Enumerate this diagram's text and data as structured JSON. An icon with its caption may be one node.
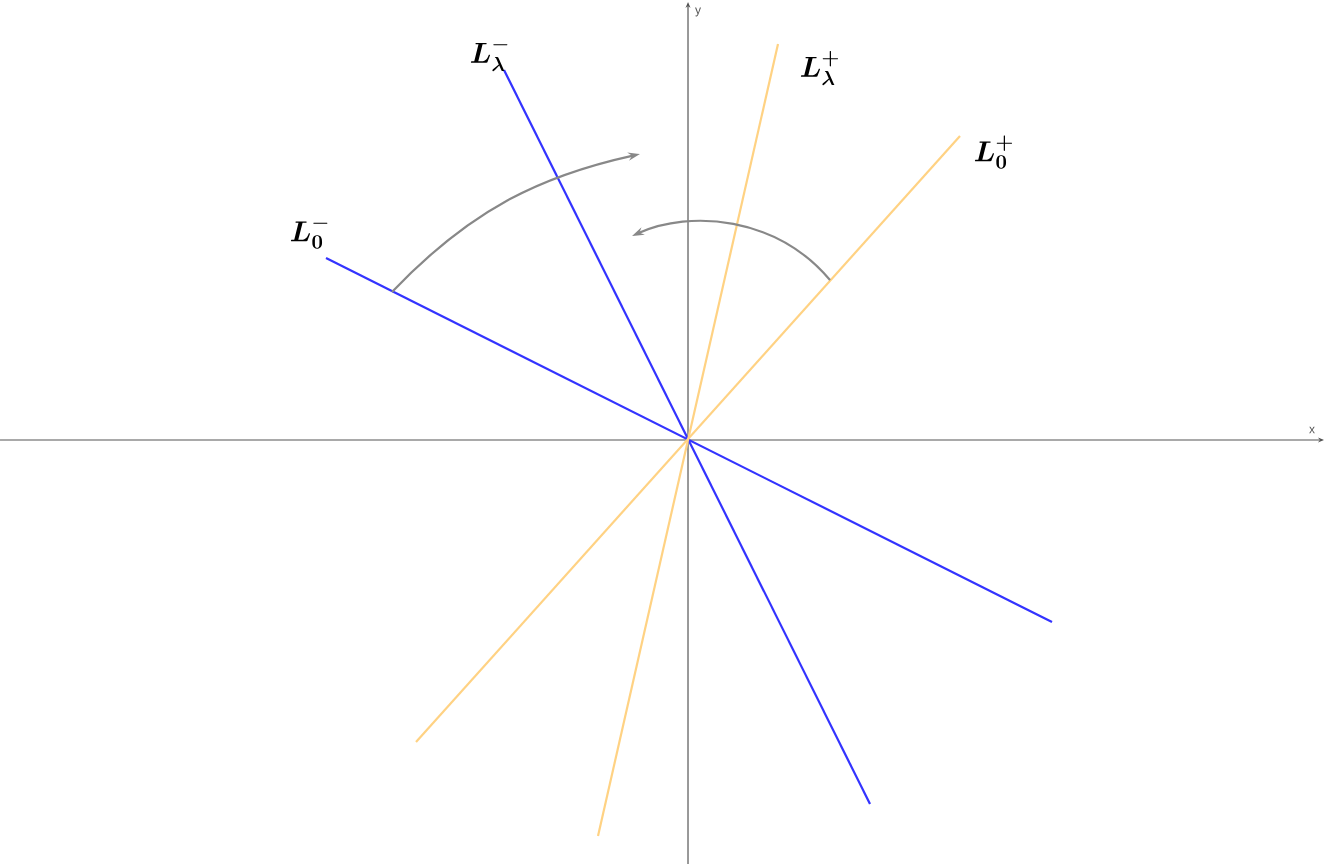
{
  "diagram": {
    "labels": [
      "y",
      "L_\\lambda^-",
      "L_\\lambda^+",
      "L_0^+",
      "L_0^-",
      "x"
    ]
  }
}
